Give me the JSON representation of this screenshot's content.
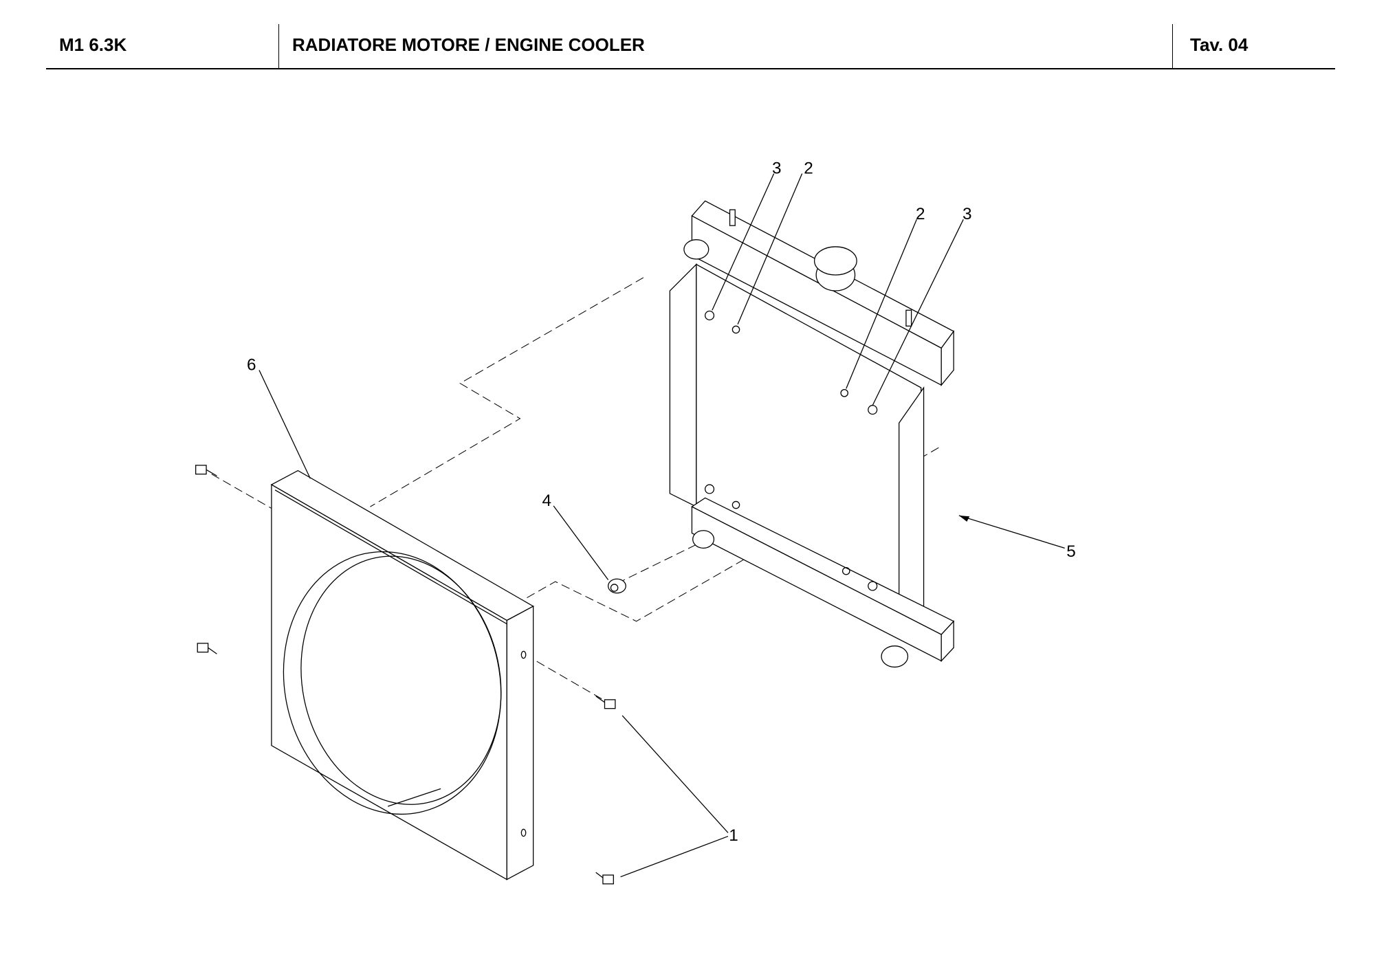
{
  "header": {
    "model": "M1 6.3K",
    "title": "RADIATORE MOTORE / ENGINE COOLER",
    "table": "Tav.  04"
  },
  "callouts": {
    "top_left_3": "3",
    "top_left_2": "2",
    "top_right_2": "2",
    "top_right_3": "3",
    "shroud_6": "6",
    "spacer_4": "4",
    "radiator_5": "5",
    "bolt_1": "1"
  }
}
